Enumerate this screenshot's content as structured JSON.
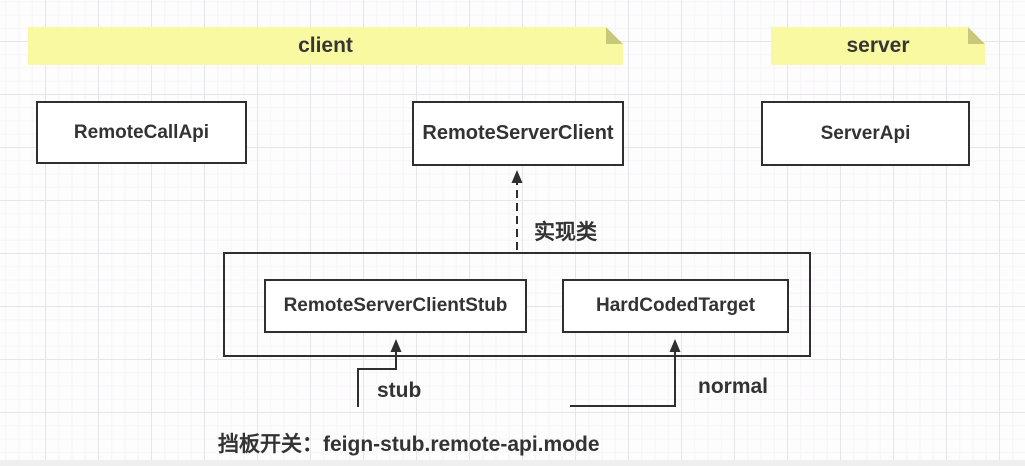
{
  "diagram": {
    "notes": {
      "client": {
        "label": "client"
      },
      "server": {
        "label": "server"
      }
    },
    "nodes": {
      "remoteCallApi": {
        "label": "RemoteCallApi"
      },
      "remoteServerClient": {
        "label": "RemoteServerClient"
      },
      "serverApi": {
        "label": "ServerApi"
      },
      "remoteServerClientStub": {
        "label": "RemoteServerClientStub"
      },
      "hardCodedTarget": {
        "label": "HardCodedTarget"
      }
    },
    "connectors": {
      "implementation": {
        "label": "实现类",
        "style": "dashed-arrow",
        "from": "implementation-container",
        "to": "remoteServerClient"
      },
      "stub": {
        "label": "stub",
        "style": "solid-arrow",
        "to": "remoteServerClientStub"
      },
      "normal": {
        "label": "normal",
        "style": "solid-arrow",
        "to": "hardCodedTarget"
      }
    },
    "caption": {
      "label": "挡板开关：feign-stub.remote-api.mode"
    },
    "colors": {
      "note_fill": "#f9f9a2",
      "note_fold": "#c8c87a",
      "line": "#2f2f2f",
      "text": "#333333",
      "box_fill": "#ffffff",
      "canvas_bg": "#fdfdfd",
      "grid_minor": "#f6f4f6",
      "grid_major": "#e7e5e9",
      "bottom_bar": "#efefef"
    }
  }
}
